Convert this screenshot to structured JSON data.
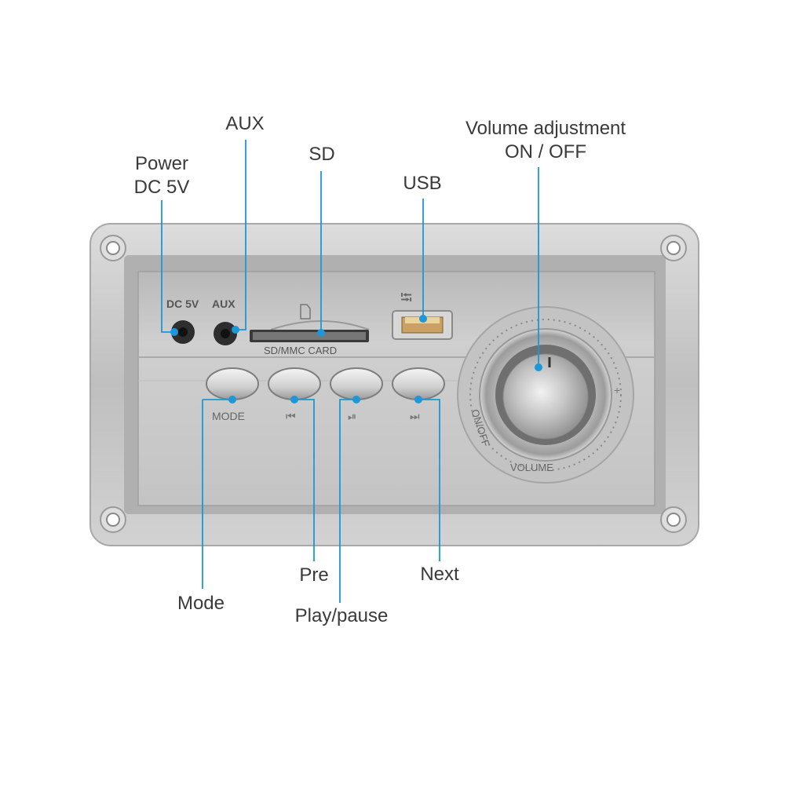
{
  "callouts": {
    "power": {
      "line1": "Power",
      "line2": "DC 5V"
    },
    "aux": "AUX",
    "sd": "SD",
    "usb": "USB",
    "volume": {
      "line1": "Volume adjustment",
      "line2": "ON / OFF"
    },
    "mode": "Mode",
    "pre": "Pre",
    "play_pause": "Play/pause",
    "next": "Next"
  },
  "panel_print": {
    "dc5v": "DC 5V",
    "aux": "AUX",
    "sd_card": "SD/MMC  CARD",
    "mode": "MODE",
    "prev_glyph": "⏮",
    "play_glyph": "⏯",
    "next_glyph": "⏭",
    "on_off": "ON/OFF",
    "volume": "VOLUME"
  },
  "colors": {
    "callout_line": "#1e96d8",
    "panel": "#c9c9c9",
    "label_text": "#3a3a3a"
  }
}
